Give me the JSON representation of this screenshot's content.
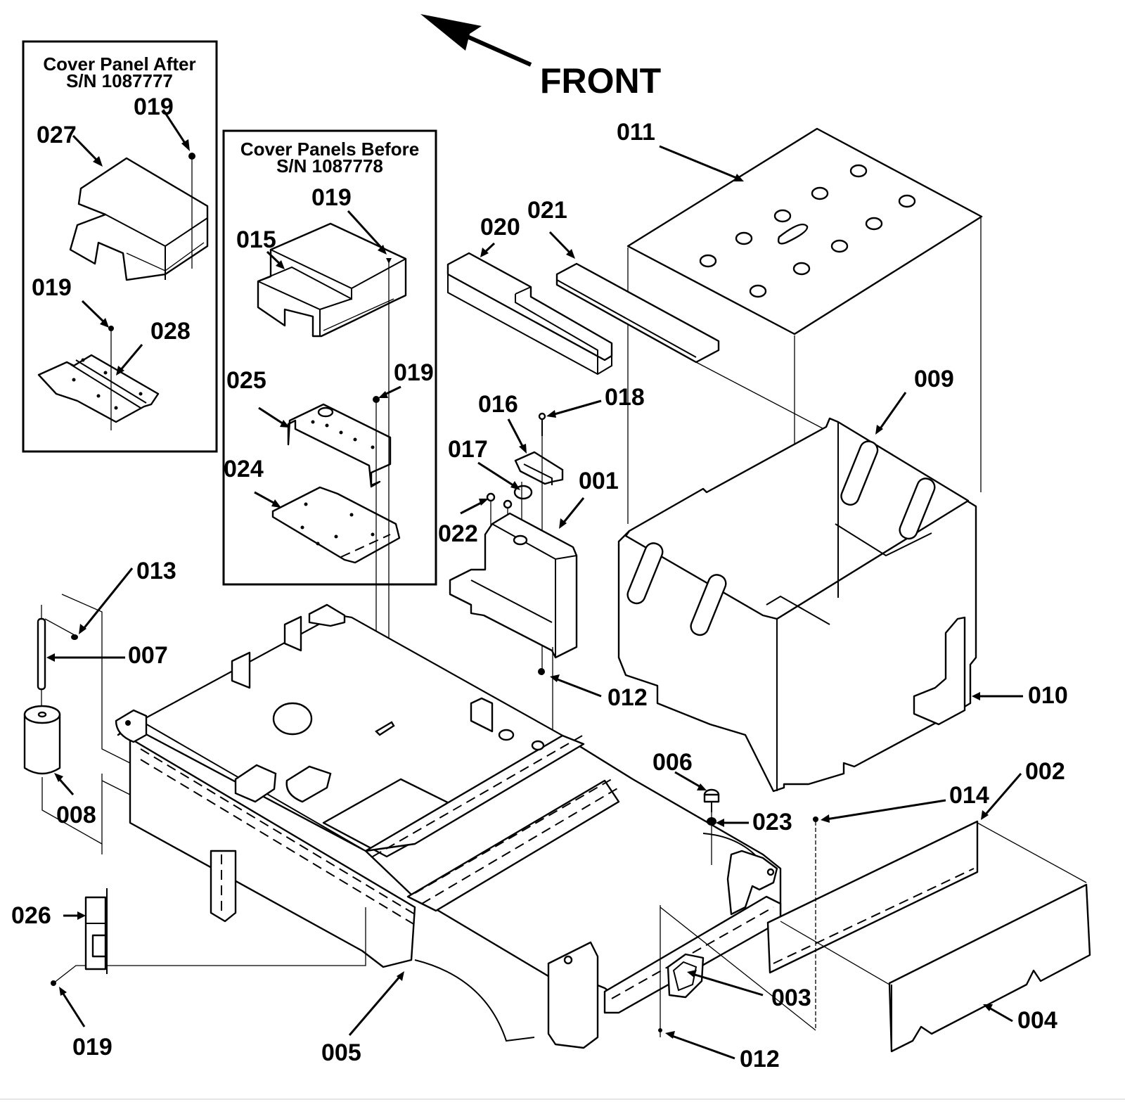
{
  "diagram": {
    "type": "exploded-parts-view",
    "direction_indicator": {
      "label": "FRONT",
      "icon": "arrow-up-left-icon"
    },
    "inset_boxes": [
      {
        "title_line1": "Cover Panel After",
        "title_line2": "S/N 1087777",
        "callouts": [
          "019",
          "027",
          "019",
          "028"
        ]
      },
      {
        "title_line1": "Cover Panels Before",
        "title_line2": "S/N 1087778",
        "callouts": [
          "019",
          "015",
          "019",
          "025",
          "024"
        ]
      }
    ],
    "callouts": {
      "c001": "001",
      "c002": "002",
      "c003": "003",
      "c004": "004",
      "c005": "005",
      "c006": "006",
      "c007": "007",
      "c008": "008",
      "c009": "009",
      "c010": "010",
      "c011": "011",
      "c012a": "012",
      "c012b": "012",
      "c013": "013",
      "c014": "014",
      "c016": "016",
      "c017": "017",
      "c018": "018",
      "c019": "019",
      "c020": "020",
      "c021": "021",
      "c022": "022",
      "c023": "023",
      "c026": "026"
    },
    "parts": [
      "001",
      "002",
      "003",
      "004",
      "005",
      "006",
      "007",
      "008",
      "009",
      "010",
      "011",
      "012",
      "013",
      "014",
      "015",
      "016",
      "017",
      "018",
      "019",
      "020",
      "021",
      "022",
      "023",
      "024",
      "025",
      "026",
      "027",
      "028"
    ]
  }
}
